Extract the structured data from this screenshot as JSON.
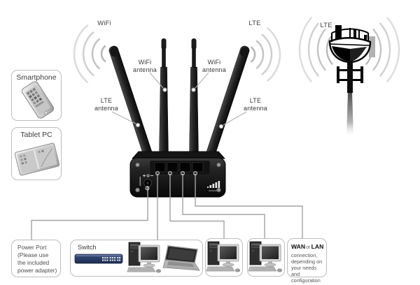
{
  "signal_labels": {
    "wifi": "WiFi",
    "lte": "LTE",
    "lte_tower": "LTE"
  },
  "antenna_labels": {
    "wifi_left": "WiFi\nantenna",
    "wifi_right": "WiFi\nantenna",
    "lte_left": "LTE\nantenna",
    "lte_right": "LTE\nantenna"
  },
  "client_boxes": {
    "smartphone_label": "Smartphone",
    "tablet_label": "Tablet PC"
  },
  "bottom_boxes": {
    "power_port_text": "Power Port\n(Please use\nthe included\npower adapter)",
    "switch_label": "Switch",
    "wan_lan": {
      "wan": "WAN",
      "or": "or",
      "lan": "LAN",
      "description": "connection,\ndepending on\nyour needs and\nconfiguration"
    }
  },
  "illustrations": {
    "router": "4-antenna-lte-router",
    "cell_tower": "lte-cell-tower",
    "smartphone": "smartphone",
    "tablet": "tablet-pc",
    "switch": "network-switch",
    "desktop": "desktop-computer",
    "laptop": "laptop",
    "signal_waves": "radio-signal-arcs"
  },
  "colors": {
    "switch_device_blue": "#2e4370",
    "connector_line_gray": "#a3a3a3",
    "box_border_gray": "#bcbcbc",
    "router_black": "#161616"
  }
}
